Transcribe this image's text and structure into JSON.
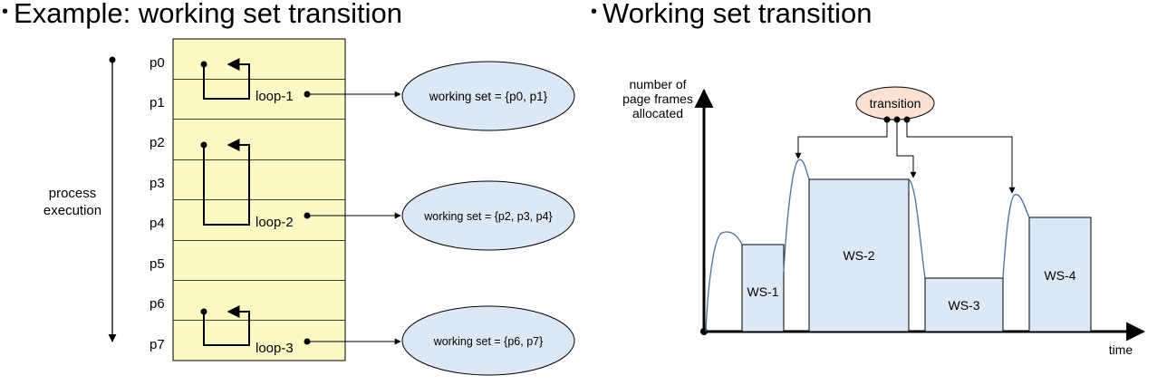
{
  "left_heading": "Example: working set transition",
  "right_heading": "Working set transition",
  "process_label": [
    "process",
    "execution"
  ],
  "pages": [
    "p0",
    "p1",
    "p2",
    "p3",
    "p4",
    "p5",
    "p6",
    "p7"
  ],
  "loops": [
    "loop-1",
    "loop-2",
    "loop-3"
  ],
  "working_sets": [
    "working set = {p0, p1}",
    "working set = {p2, p3, p4}",
    "working set = {p6, p7}"
  ],
  "y_axis_label": [
    "number of",
    "page frames",
    "allocated"
  ],
  "x_axis_label": "time",
  "transition_label": "transition",
  "ws_blocks": [
    "WS-1",
    "WS-2",
    "WS-3",
    "WS-4"
  ],
  "colors": {
    "page_fill": "#fbf9c4",
    "set_fill": "#dde8f6",
    "transition_fill": "#fbe2d3",
    "curve": "#4a6f95"
  }
}
